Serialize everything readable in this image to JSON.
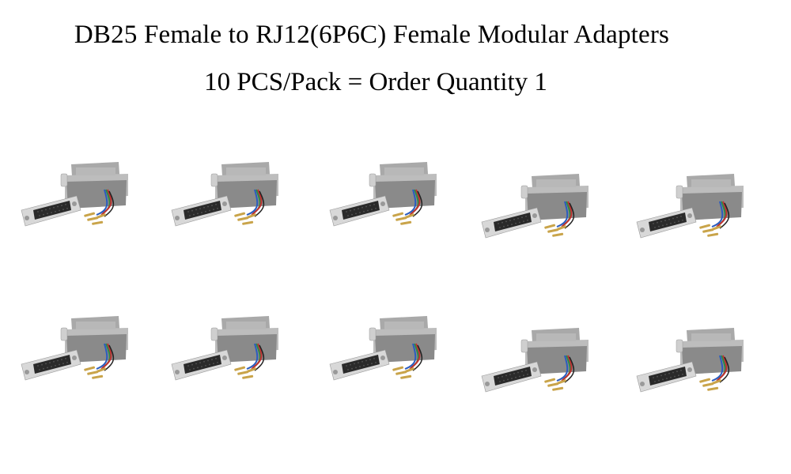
{
  "header": {
    "title": "DB25 Female to RJ12(6P6C) Female Modular Adapters",
    "subtitle": "10 PCS/Pack = Order Quantity 1"
  },
  "product_images": {
    "count": 10,
    "rows": 2,
    "columns": 5,
    "item_label": "db25-to-rj12-adapter",
    "colors": {
      "hood": "#a9a9a9",
      "hood_light": "#c4c4c4",
      "shell": "#d8d8d8",
      "socket": "#2a2a2a",
      "pins": "#c9a44a",
      "wires": [
        "#2a5cc0",
        "#c03030",
        "#2a8a4a",
        "#e0c020"
      ]
    }
  }
}
